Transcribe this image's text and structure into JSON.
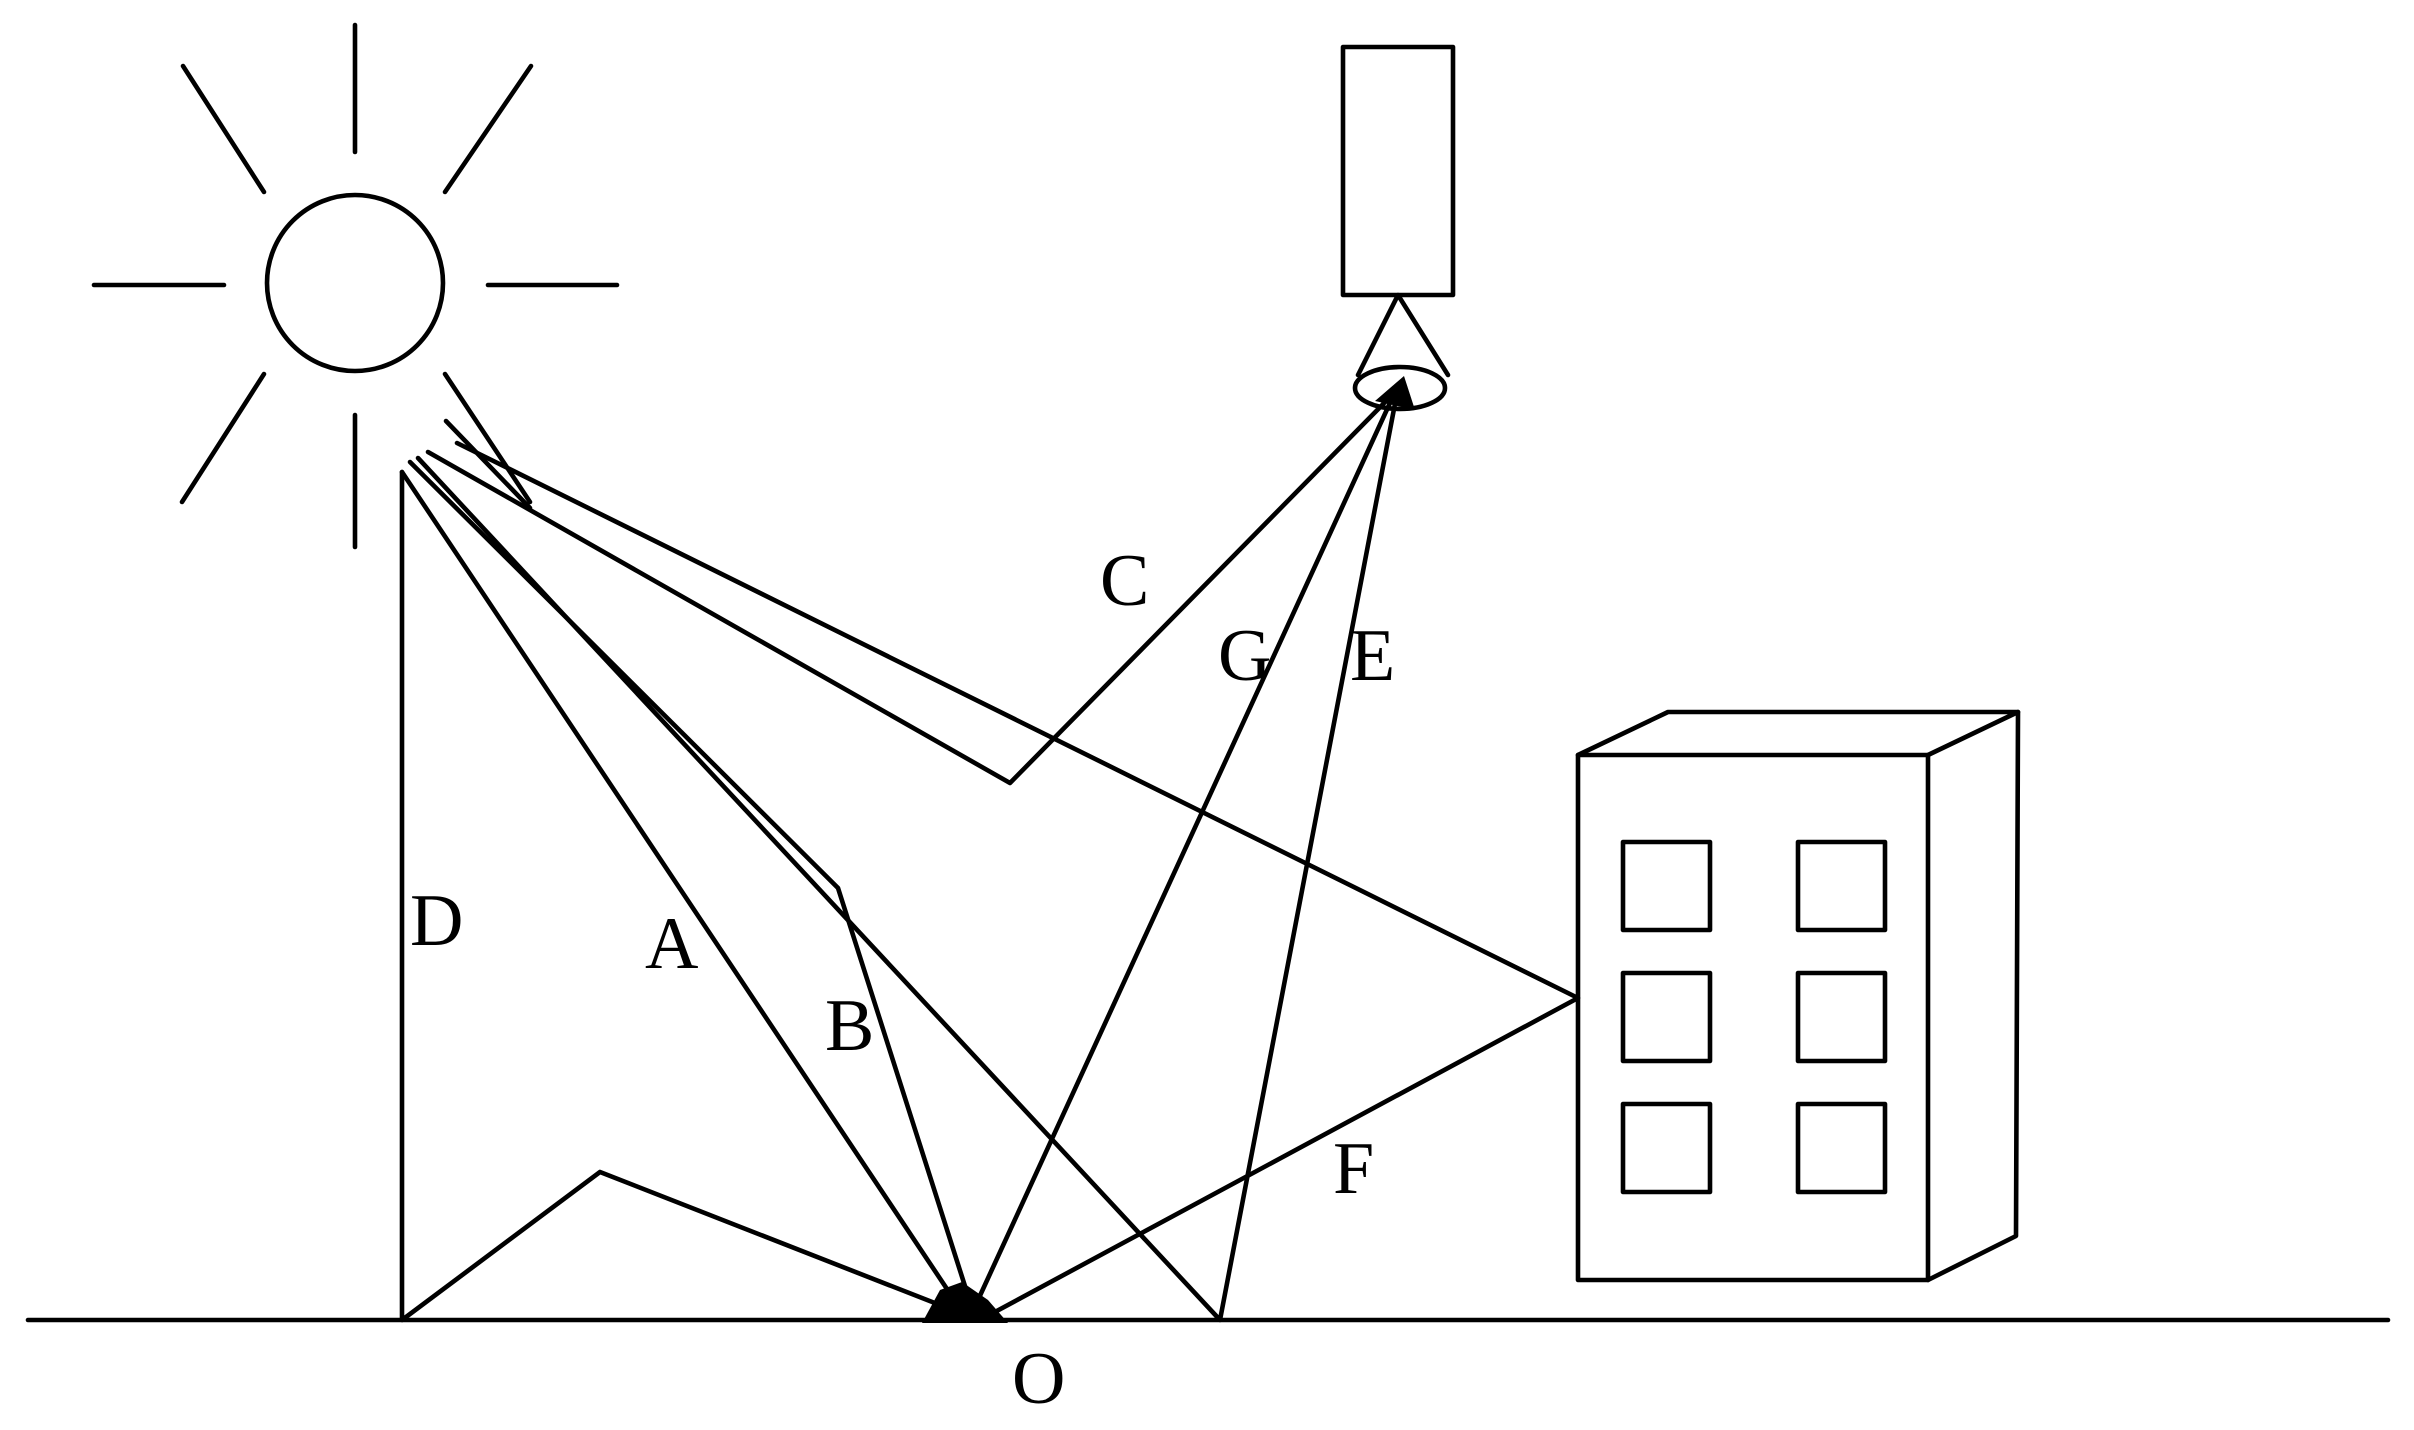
{
  "labels": {
    "A": "A",
    "B": "B",
    "C": "C",
    "D": "D",
    "E": "E",
    "F": "F",
    "G": "G",
    "O": "O"
  },
  "colors": {
    "stroke": "#000000",
    "background": "#ffffff"
  },
  "icons": {
    "sun": "sun-icon",
    "sensor": "sensor-icon",
    "building": "building-icon"
  }
}
